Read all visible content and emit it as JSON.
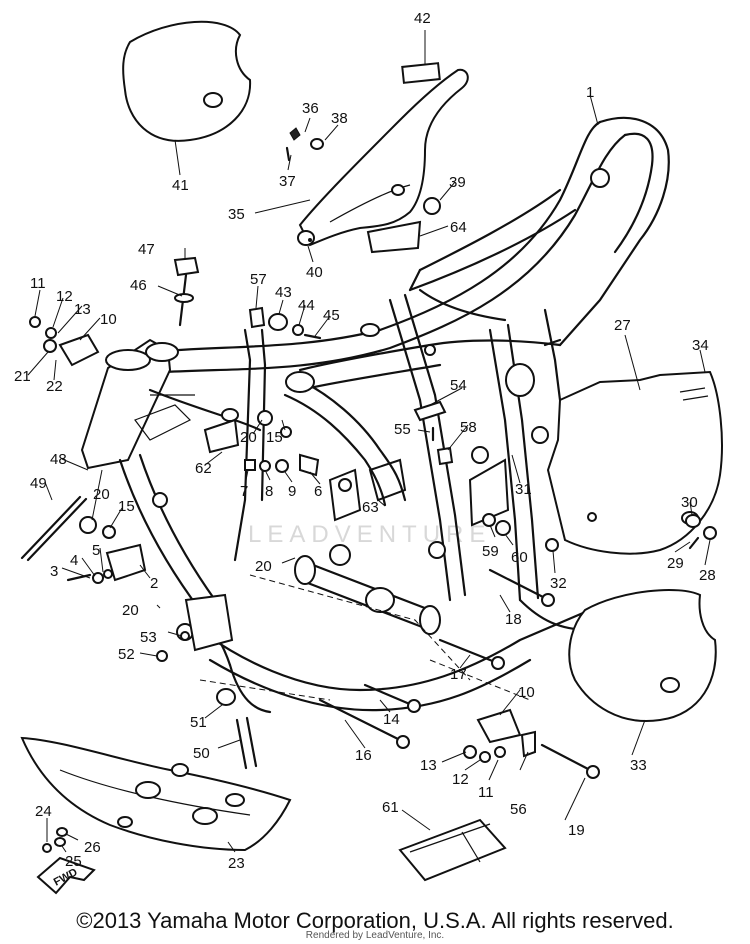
{
  "callouts": [
    {
      "n": "42"
    },
    {
      "n": "1"
    },
    {
      "n": "41"
    },
    {
      "n": "36"
    },
    {
      "n": "38"
    },
    {
      "n": "37"
    },
    {
      "n": "39"
    },
    {
      "n": "35"
    },
    {
      "n": "64"
    },
    {
      "n": "40"
    },
    {
      "n": "47"
    },
    {
      "n": "46"
    },
    {
      "n": "57"
    },
    {
      "n": "43"
    },
    {
      "n": "44"
    },
    {
      "n": "45"
    },
    {
      "n": "11"
    },
    {
      "n": "12"
    },
    {
      "n": "13"
    },
    {
      "n": "10"
    },
    {
      "n": "21"
    },
    {
      "n": "22"
    },
    {
      "n": "27"
    },
    {
      "n": "34"
    },
    {
      "n": "54"
    },
    {
      "n": "55"
    },
    {
      "n": "58"
    },
    {
      "n": "20"
    },
    {
      "n": "15"
    },
    {
      "n": "62"
    },
    {
      "n": "48"
    },
    {
      "n": "7"
    },
    {
      "n": "8"
    },
    {
      "n": "9"
    },
    {
      "n": "6"
    },
    {
      "n": "31"
    },
    {
      "n": "49"
    },
    {
      "n": "20"
    },
    {
      "n": "15"
    },
    {
      "n": "63"
    },
    {
      "n": "30"
    },
    {
      "n": "5"
    },
    {
      "n": "59"
    },
    {
      "n": "60"
    },
    {
      "n": "29"
    },
    {
      "n": "28"
    },
    {
      "n": "4"
    },
    {
      "n": "3"
    },
    {
      "n": "2"
    },
    {
      "n": "20"
    },
    {
      "n": "32"
    },
    {
      "n": "20"
    },
    {
      "n": "18"
    },
    {
      "n": "53"
    },
    {
      "n": "52"
    },
    {
      "n": "17"
    },
    {
      "n": "10"
    },
    {
      "n": "51"
    },
    {
      "n": "14"
    },
    {
      "n": "50"
    },
    {
      "n": "16"
    },
    {
      "n": "13"
    },
    {
      "n": "12"
    },
    {
      "n": "11"
    },
    {
      "n": "56"
    },
    {
      "n": "19"
    },
    {
      "n": "33"
    },
    {
      "n": "24"
    },
    {
      "n": "26"
    },
    {
      "n": "25"
    },
    {
      "n": "61"
    },
    {
      "n": "23"
    }
  ],
  "fwd_label": "FWD",
  "watermark": "LEADVENTURE",
  "copyright": "©2013 Yamaha Motor Corporation, U.S.A. All rights reserved.",
  "rendered_by": "Rendered by LeadVenture, Inc."
}
